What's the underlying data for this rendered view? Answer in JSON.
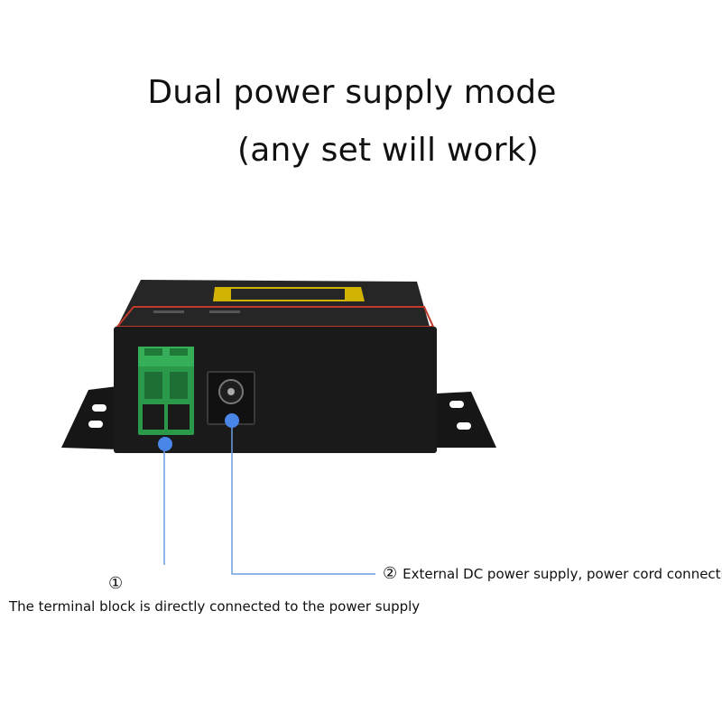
{
  "title": {
    "line1": "Dual power supply mode",
    "line2": "(any set will work)"
  },
  "callouts": [
    {
      "marker": "①",
      "text": "The terminal block is directly connected to the power supply"
    },
    {
      "marker": "②",
      "text": "External DC power supply, power cord connection"
    }
  ],
  "colors": {
    "leader_line": "#6a9fe0",
    "leader_dot": "#4a86e8",
    "device_body": "#1a1a1a",
    "terminal_block": "#2a9a4a",
    "accent_stripe": "#c0392b",
    "label_yellow": "#e6c200"
  }
}
